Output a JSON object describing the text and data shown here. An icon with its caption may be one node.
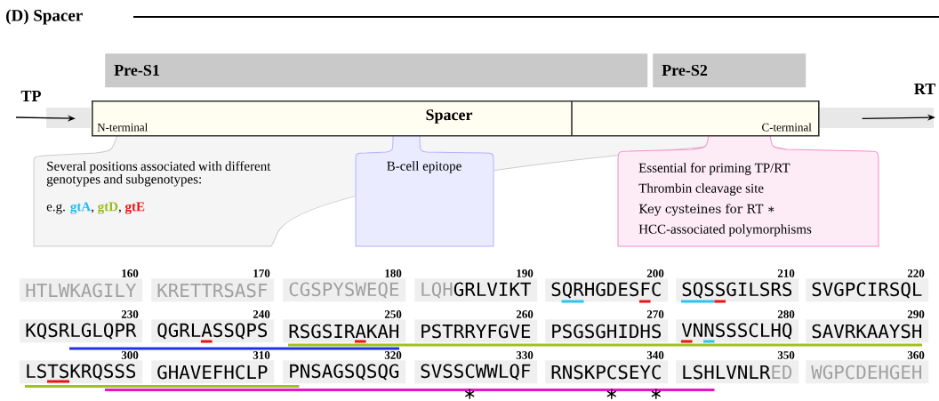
{
  "diagram": {
    "title": "(D) Spacer",
    "nodes": [
      {
        "text": [
          "Pre-S1"
        ]
      },
      {
        "text": [
          "Pre-S2"
        ]
      },
      {
        "text": [
          "Spacer",
          "N-terminal",
          "C-terminal"
        ]
      },
      {
        "text": [
          "Several positions associated with different genotypes and subgenotypes:",
          "e.g.",
          "gtA",
          ",",
          "gtD",
          ",",
          "gtE"
        ]
      },
      {
        "text": [
          "B-cell epitope"
        ]
      },
      {
        "text": [
          "Essential for priming TP/RT",
          "Thrombin cleavage site",
          "Key cysteines for RT ∗",
          "HCC-associated polymorphisms"
        ]
      },
      {
        "text": [
          "HTLWKAGILY"
        ],
        "beside": [
          "160"
        ]
      },
      {
        "text": [
          "KRETTRSASF"
        ],
        "beside": [
          "170"
        ]
      },
      {
        "text": [
          "CGSPYSWEQE"
        ],
        "beside": [
          "180"
        ]
      },
      {
        "text": [
          "LQH",
          "GRLVIKT"
        ],
        "beside": [
          "190"
        ]
      },
      {
        "text": [
          "SQRHGDESFC"
        ],
        "beside": [
          "200"
        ]
      },
      {
        "text": [
          "SQSSGILSRS"
        ],
        "beside": [
          "210"
        ]
      },
      {
        "text": [
          "SVGPCIRSQL"
        ],
        "beside": [
          "220"
        ]
      },
      {
        "text": [
          "KQSRLGLQPR"
        ],
        "beside": [
          "230"
        ]
      },
      {
        "text": [
          "QGRLASSQPS"
        ],
        "beside": [
          "240"
        ]
      },
      {
        "text": [
          "RSGSIRAKAH"
        ],
        "beside": [
          "250"
        ]
      },
      {
        "text": [
          "PSTRRYFGVE"
        ],
        "beside": [
          "260"
        ]
      },
      {
        "text": [
          "PSGSGHIDHS"
        ],
        "beside": [
          "270"
        ]
      },
      {
        "text": [
          "VNNSSSCLHQ"
        ],
        "beside": [
          "280"
        ]
      },
      {
        "text": [
          "SAVRKAAYSH"
        ],
        "beside": [
          "290"
        ]
      },
      {
        "text": [
          "LSTSKRQSSS"
        ],
        "beside": [
          "300"
        ]
      },
      {
        "text": [
          "GHAVEFHCLP"
        ],
        "beside": [
          "310"
        ]
      },
      {
        "text": [
          "PNSAGSQSQG"
        ],
        "beside": [
          "320"
        ]
      },
      {
        "text": [
          "SVSSCWWLQF"
        ],
        "beside": [
          "330"
        ]
      },
      {
        "text": [
          "RNSKPCSEYC"
        ],
        "beside": [
          "340"
        ]
      },
      {
        "text": [
          "LSHLVNLR",
          "ED"
        ],
        "beside": [
          "350"
        ]
      },
      {
        "text": [
          "WGPCDEHGEH"
        ],
        "beside": [
          "360"
        ]
      }
    ],
    "edges": [
      {
        "from": null,
        "to": 2,
        "arrow": "to"
      },
      {
        "from": 2,
        "to": null,
        "arrow": "to"
      }
    ],
    "labels": [
      "TP",
      "RT",
      "∗",
      "∗",
      "∗"
    ]
  }
}
